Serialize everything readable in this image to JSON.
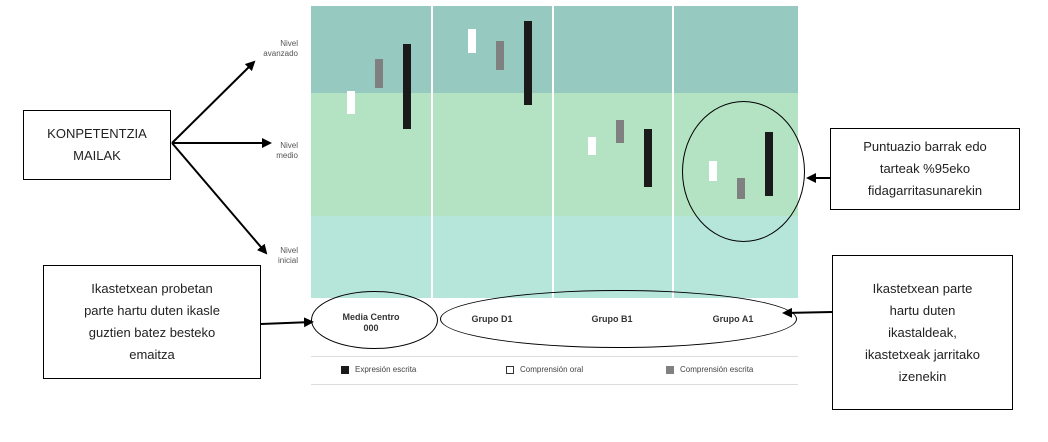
{
  "chart_data": {
    "type": "bar",
    "levels": [
      "Nivel avanzado",
      "Nivel medio",
      "Nivel inicial"
    ],
    "level_labels": [
      {
        "line1": "Nivel",
        "line2": "avanzado"
      },
      {
        "line1": "Nivel",
        "line2": "medio"
      },
      {
        "line1": "Nivel",
        "line2": "inicial"
      }
    ],
    "categories": [
      "Media Centro 000",
      "Grupo D1",
      "Grupo B1",
      "Grupo A1"
    ],
    "category_labels": [
      {
        "line1": "Media Centro",
        "line2": "000"
      },
      {
        "line1": "Grupo D1",
        "line2": ""
      },
      {
        "line1": "Grupo B1",
        "line2": ""
      },
      {
        "line1": "Grupo A1",
        "line2": ""
      }
    ],
    "y_scale": "0 = bottom of Nivel inicial, 100 = top of Nivel avanzado",
    "level_bounds": {
      "inicial": [
        0,
        28
      ],
      "medio": [
        28,
        70
      ],
      "avanzado": [
        70,
        100
      ]
    },
    "ylim": [
      0,
      100
    ],
    "series": [
      {
        "name": "Comprensión oral",
        "color": "#ffffff",
        "ranges": [
          [
            63,
            71
          ],
          [
            84,
            92
          ],
          [
            49,
            55
          ],
          [
            40,
            47
          ]
        ]
      },
      {
        "name": "Comprensión escrita",
        "color": "#808080",
        "ranges": [
          [
            72,
            82
          ],
          [
            78,
            88
          ],
          [
            53,
            61
          ],
          [
            34,
            41
          ]
        ]
      },
      {
        "name": "Expresión escrita",
        "color": "#1a1a1a",
        "ranges": [
          [
            58,
            87
          ],
          [
            66,
            95
          ],
          [
            38,
            58
          ],
          [
            35,
            57
          ]
        ]
      }
    ],
    "legend": [
      "Expresión escrita",
      "Comprensión oral",
      "Comprensión escrita"
    ],
    "legend_position": "bottom",
    "colors": {
      "avanzado": "#96c9bf",
      "medio": "#b3e3c3",
      "inicial": "#b6e5da"
    }
  },
  "callouts": {
    "konpetentzia": {
      "line1": "KONPETENTZIA",
      "line2": "MAILAK"
    },
    "puntuazio": {
      "line1": "Puntuazio barrak edo",
      "line2": "tarteak %95eko",
      "line3": "fidagarritasunarekin"
    },
    "ikastetxean_probetan": {
      "line1": "Ikastetxean probetan",
      "line2": "parte hartu duten ikasle",
      "line3": "guztien batez besteko",
      "line4": "emaitza"
    },
    "ikastetxean_parte": {
      "line1": "Ikastetxean parte",
      "line2": "hartu duten",
      "line3": "ikastaldeak,",
      "line4": "ikastetxeak jarritako",
      "line5": "izenekin"
    }
  }
}
